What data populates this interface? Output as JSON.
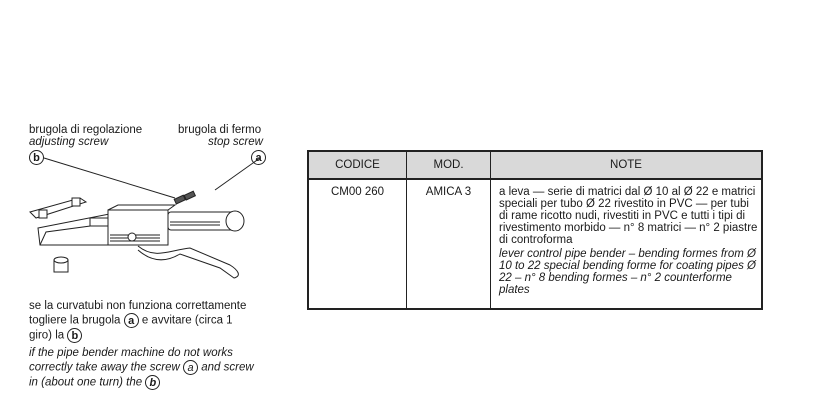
{
  "figure": {
    "label_left": {
      "it": "brugola di regolazione",
      "en": "adjusting screw",
      "marker": "b"
    },
    "label_right": {
      "it": "brugola di fermo",
      "en": "stop screw",
      "marker": "a"
    },
    "drawing": "lever-pipe-bender-illustration"
  },
  "instructions": {
    "it_line1": "se la curvatubi non funziona correttamente",
    "it_line2a": "togliere la brugola",
    "it_marker_a": "a",
    "it_line2b": "e avvitare (circa 1",
    "it_line3a": "giro) la",
    "it_marker_b": "b",
    "en_line1": "if the pipe bender machine do not works",
    "en_line2a": "correctly take away the screw",
    "en_marker_a": "a",
    "en_line2b": "and screw",
    "en_line3a": "in (about one turn) the",
    "en_marker_b": "b"
  },
  "table": {
    "headers": [
      "CODICE",
      "MOD.",
      "NOTE"
    ],
    "rows": [
      {
        "codice": "CM00 260",
        "mod": "AMICA 3",
        "note_it": "a leva — serie di matrici dal Ø 10 al Ø 22 e matrici speciali per tubo Ø 22 rivestito in PVC — per tubi di rame ricotto nudi, rivestiti in PVC e tutti i tipi di rivestimento morbido — n° 8 matrici — n° 2 piastre di controforma",
        "note_en": "lever control pipe bender – bending formes from Ø 10 to 22 special bending forme for coating pipes Ø 22 – n° 8 bending formes – n° 2 counterforme plates"
      }
    ]
  }
}
